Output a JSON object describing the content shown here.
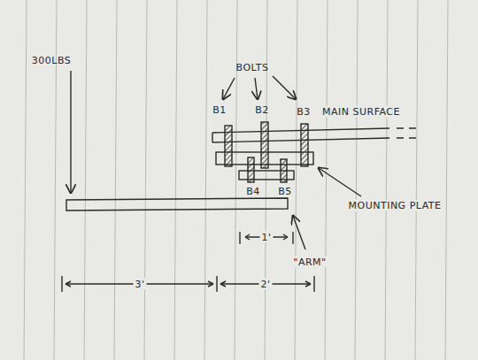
{
  "diagram": {
    "labels": [
      "BOLTS",
      "B1",
      "B2",
      "B3",
      "MAIN SURFACE",
      "300LBS",
      "MOUNTING PLATE",
      "B4",
      "B5",
      "\"ARM\"",
      "1'",
      "3'",
      "2'"
    ]
  }
}
